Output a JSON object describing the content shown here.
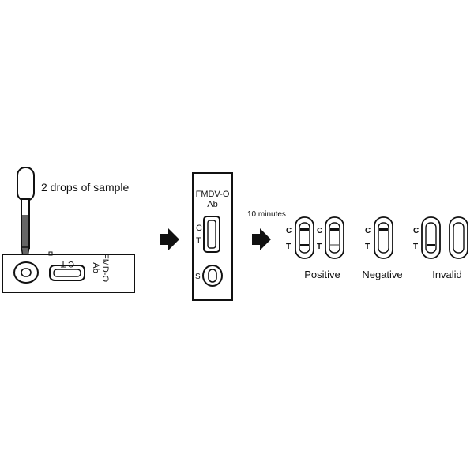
{
  "step1": {
    "instruction": "2 drops of sample",
    "cassette_label_line1": "FMD-O",
    "cassette_label_line2": "Ab",
    "control_letter": "C",
    "test_letter": "T"
  },
  "step2": {
    "label_line1": "FMDV-O",
    "label_line2": "Ab",
    "control_letter": "C",
    "test_letter": "T",
    "sample_letter": "S"
  },
  "step3": {
    "time_label": "10 minutes",
    "control_letter": "C",
    "test_letter": "T",
    "results": [
      {
        "label": "Positive"
      },
      {
        "label": "Negative"
      },
      {
        "label": "Invalid"
      }
    ]
  }
}
